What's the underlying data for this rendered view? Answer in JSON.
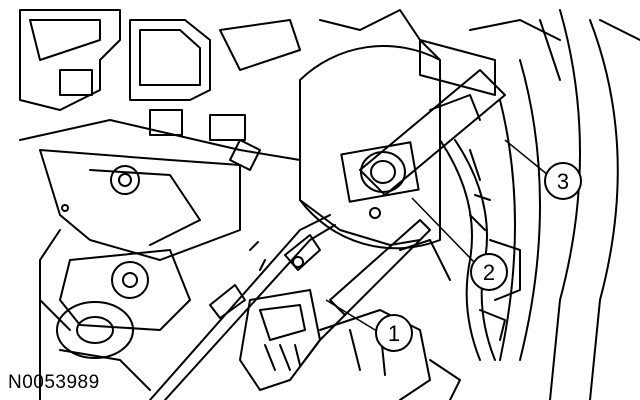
{
  "figure": {
    "reference_code": "N0053989",
    "callouts": [
      {
        "id": "1",
        "label": "1"
      },
      {
        "id": "2",
        "label": "2"
      },
      {
        "id": "3",
        "label": "3"
      }
    ]
  }
}
